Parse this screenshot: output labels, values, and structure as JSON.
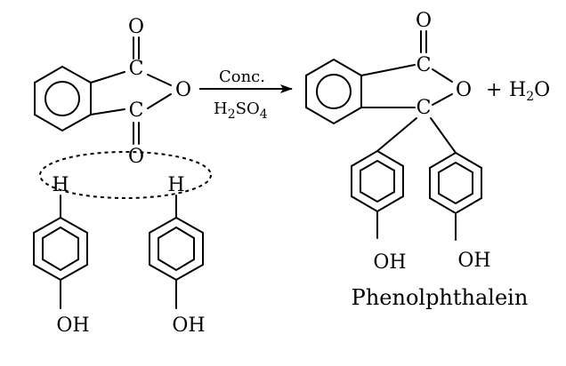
{
  "reactants": {
    "anhydride": {
      "carbonyl_top_o": "O",
      "carbonyl_top_c": "C",
      "carbonyl_bottom_c": "C",
      "carbonyl_bottom_o": "O",
      "ring_oxygen": "O"
    },
    "phenol_left": {
      "hydrogen": "H",
      "hydroxyl": "OH"
    },
    "phenol_right": {
      "hydrogen": "H",
      "hydroxyl": "OH"
    }
  },
  "arrow": {
    "reagent_top": "Conc.",
    "reagent_bottom": {
      "h": "H",
      "h_sub": "2",
      "so": "SO",
      "so_sub": "4"
    }
  },
  "product": {
    "carbonyl_o": "O",
    "carbonyl_c": "C",
    "central_c": "C",
    "ring_oxygen": "O",
    "plus": "+",
    "water": {
      "h": "H",
      "h_sub": "2",
      "o": "O"
    },
    "hydroxyl_left": "OH",
    "hydroxyl_right": "OH",
    "name": "Phenolphthalein"
  }
}
